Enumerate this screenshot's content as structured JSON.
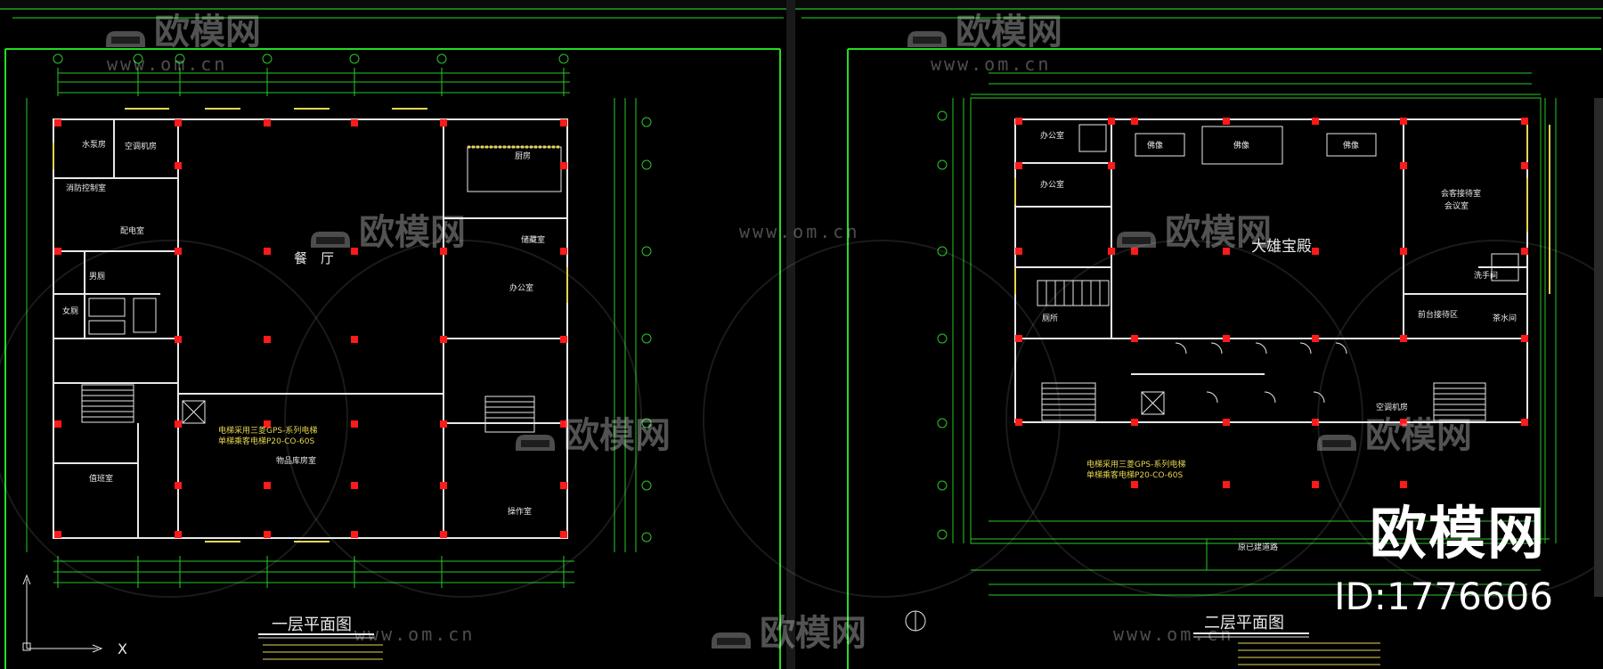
{
  "left_plan": {
    "title": "一层平面图",
    "rooms": {
      "water_pump": "水泵房",
      "ac_room": "空调机房",
      "fire_control": "消防控制室",
      "power_dist": "配电室",
      "dining_hall": "餐　厅",
      "kitchen": "厨房",
      "storage": "储藏室",
      "office": "办公室",
      "toilet_m": "男厕",
      "toilet_f": "女厕",
      "supply_room": "物品库房室",
      "duty_room": "值班室",
      "control_room": "操作室"
    },
    "elevator_note_1": "电梯采用三菱GPS-系列电梯",
    "elevator_note_2": "单梯乘客电梯P20-CO-60S"
  },
  "right_plan": {
    "title": "二层平面图",
    "rooms": {
      "hall": "大雄宝殿",
      "office1": "办公室",
      "office2": "办公室",
      "meeting": "会议室",
      "buddha1": "佛像",
      "buddha2": "佛像",
      "buddha3": "佛像",
      "guest": "会客接待室",
      "toilet": "厕所",
      "ac_room": "空调机房",
      "tea": "茶水间",
      "reception": "前台接待区",
      "wash": "洗手间"
    },
    "elevator_note_1": "电梯采用三菱GPS-系列电梯",
    "elevator_note_2": "单梯乘客电梯P20-CO-60S",
    "road_label": "原已建道路"
  },
  "watermark": {
    "brand": "欧模网",
    "url": "www.om.cn",
    "id_text": "ID:1776606"
  },
  "colors": {
    "background": "#000000",
    "frame_green": "#22dd22",
    "wall": "#e8e8e8",
    "column": "#ff1a1a",
    "dimension": "#29c729",
    "text_yellow": "#e8d650",
    "blue_axis": "#2b62ff"
  },
  "icons": [
    "ucs-axis-icon",
    "north-arrow-icon"
  ]
}
